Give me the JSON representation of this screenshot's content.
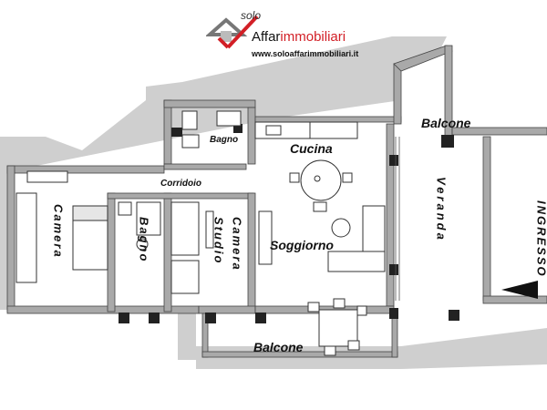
{
  "brand": {
    "solo": "solo",
    "name_part1": "Affar",
    "name_part2": "immobiliari",
    "url": "www.soloaffarimmobiliari.it",
    "accent_color": "#d21f26"
  },
  "rooms": {
    "bagno_small": "Bagno",
    "cucina": "Cucina",
    "corridoio": "Corridoio",
    "soggiorno": "Soggiorno",
    "balcone_top": "Balcone",
    "balcone_bottom": "Balcone",
    "camera_left": "Camera",
    "bagno_vertical": "Bagno",
    "studio": "Studio",
    "camera_middle": "Camera",
    "veranda": "Veranda",
    "ingresso": "INGRESSO"
  },
  "colors": {
    "wall": "#a9a9a9",
    "shadow": "#c9c9c9",
    "dark": "#222222"
  },
  "icons": [
    "house-logo-icon",
    "entry-arrow-icon"
  ]
}
